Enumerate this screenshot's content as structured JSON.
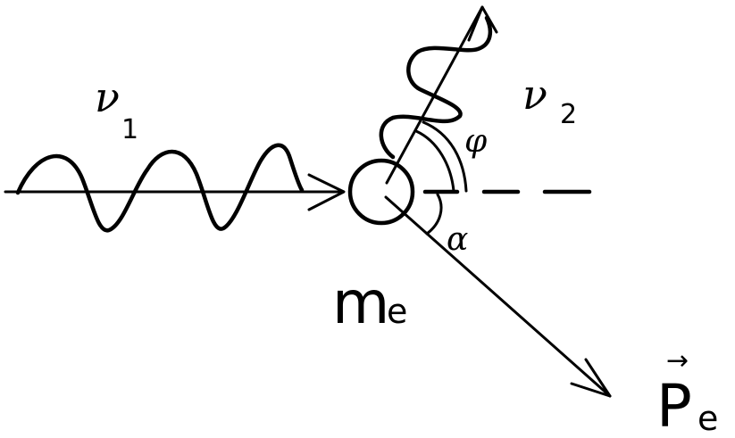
{
  "diagram": {
    "incident_photon_symbol": "ν",
    "incident_photon_index": "1",
    "scattered_photon_symbol": "ν",
    "scattered_photon_index": "2",
    "scattering_angle_symbol": "φ",
    "recoil_angle_symbol": "α",
    "electron_mass_symbol": "m",
    "electron_mass_subscript": "e",
    "electron_momentum_symbol": "P",
    "electron_momentum_subscript": "e",
    "momentum_vector_marker": "→"
  }
}
